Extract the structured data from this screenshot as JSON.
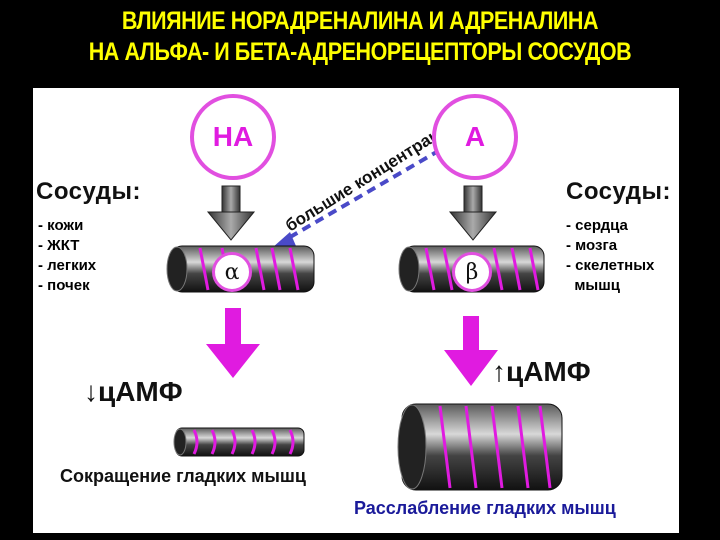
{
  "title": {
    "line1": "ВЛИЯНИЕ НОРАДРЕНАЛИНА И АДРЕНАЛИНА",
    "line2": "НА АЛЬФА- И БЕТА-АДРЕНОРЕЦЕПТОРЫ СОСУДОВ"
  },
  "left": {
    "hormone": "НА",
    "vessels_label": "Сосуды:",
    "vessels": [
      "- кожи",
      "- ЖКТ",
      "- легких",
      "- почек"
    ],
    "receptor": "α",
    "camp": "↓цАМФ",
    "caption": "Сокращение гладких мышц"
  },
  "right": {
    "hormone": "А",
    "vessels_label": "Сосуды:",
    "vessels": [
      "- сердца",
      "- мозга",
      "- скелетных",
      "  мышц"
    ],
    "receptor": "β",
    "camp": "↑цАМФ",
    "caption": "Расслабление гладких мышц"
  },
  "cross_label": "большие концентрации",
  "colors": {
    "title": "#ffff00",
    "accent": "#e01be0",
    "caption_right": "#1a1a9a"
  }
}
